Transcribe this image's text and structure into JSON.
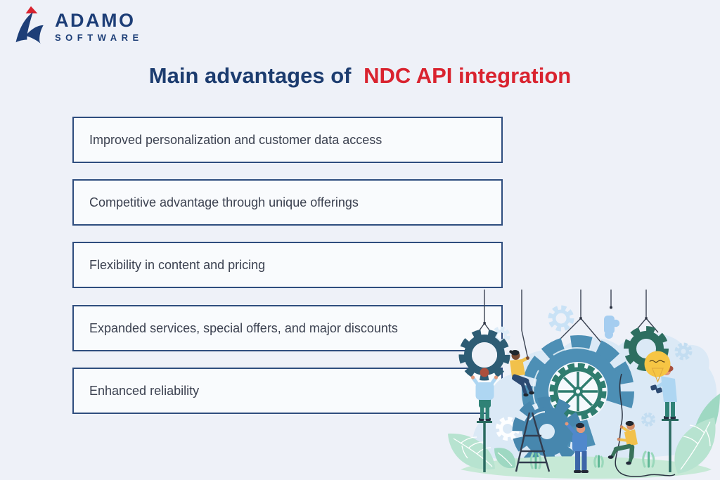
{
  "logo": {
    "brand": "ADAMO",
    "brand_sub": "SOFTWARE",
    "navy": "#1d3e77",
    "red": "#d9232f"
  },
  "title": {
    "main": "Main advantages of",
    "accent": "NDC API integration",
    "main_color": "#1c3c6f",
    "accent_color": "#d9232f"
  },
  "advantages": [
    "Improved personalization and customer data access",
    "Competitive advantage through unique offerings",
    "Flexibility in content and pricing",
    "Expanded services, special offers, and major discounts",
    "Enhanced reliability"
  ],
  "style": {
    "background": "#eef1f8",
    "box_background": "#f9fbfd",
    "box_border": "#2e4d7e",
    "box_text_color": "#3b4150"
  },
  "illustration": {
    "description": "Team of workers assembling large gears hanging from ropes, with ladder, light bulb idea, clouds and plants",
    "elements": [
      "gear-icon",
      "cog-wheel-icon",
      "lightbulb-icon",
      "ladder-icon",
      "rope-icon",
      "puzzle-piece-icon",
      "leaf-icon",
      "grass-icon",
      "worker-figures"
    ],
    "palette": {
      "steel_blue": "#4d8fb5",
      "teal_green": "#2f7d6f",
      "dark_slate": "#2d5c74",
      "pale_blue": "#c9e2f6",
      "cloud": "#dbe9f6",
      "bulb_yellow": "#f6c544",
      "leaf_mint": "#b7e3d0",
      "ground_green": "#c6e9d6"
    }
  }
}
